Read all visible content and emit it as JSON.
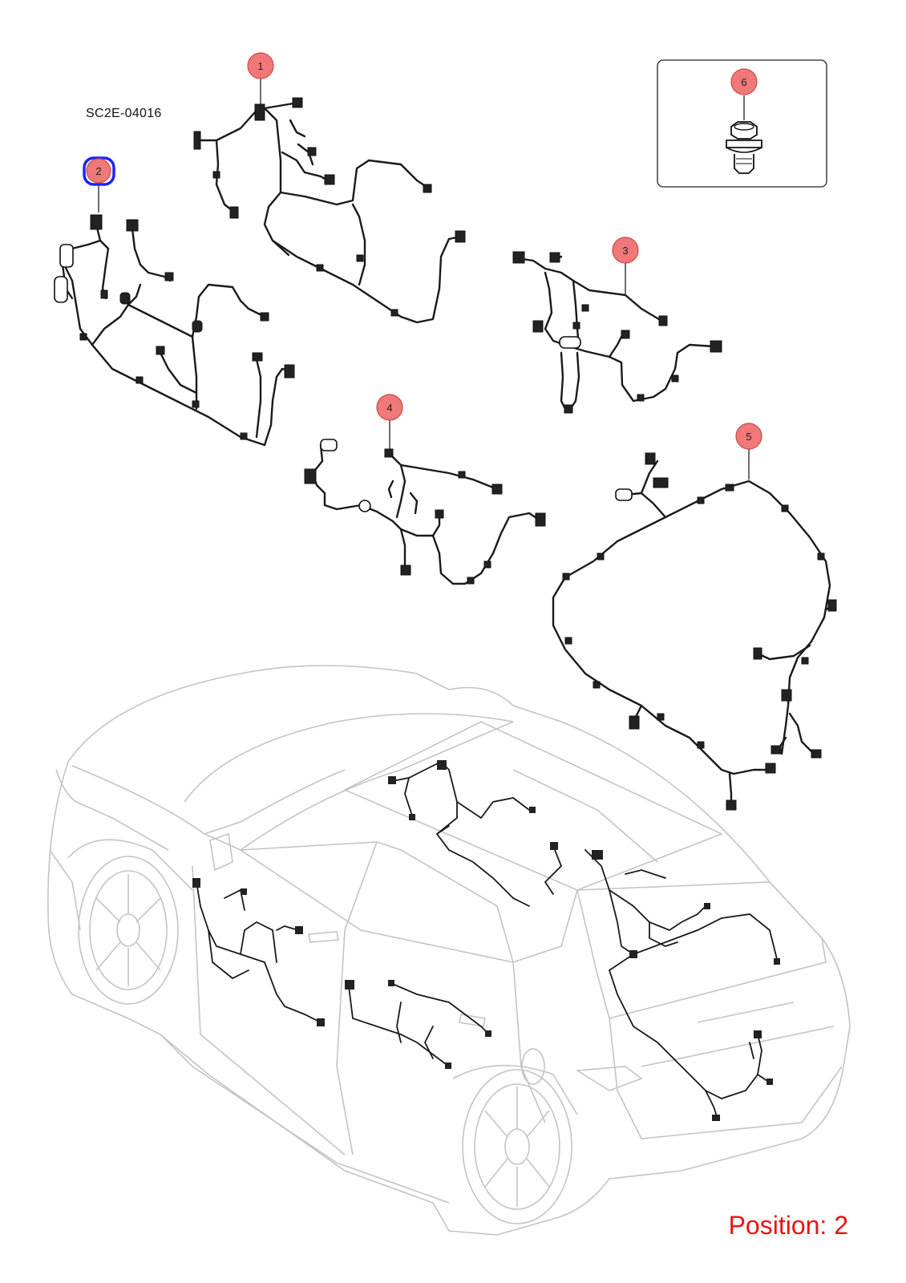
{
  "diagram": {
    "code": "SC2E-04016",
    "position_text": "Position: 2",
    "selected_callout": "2",
    "callouts": [
      {
        "id": "1",
        "label": "1"
      },
      {
        "id": "2",
        "label": "2"
      },
      {
        "id": "3",
        "label": "3"
      },
      {
        "id": "4",
        "label": "4"
      },
      {
        "id": "5",
        "label": "5"
      },
      {
        "id": "6",
        "label": "6"
      }
    ],
    "colors": {
      "callout_fill": "#f07878",
      "callout_stroke": "#d04848",
      "selected_outline": "#1a24ff",
      "position_text": "#ee1111",
      "car_outline": "#c4c4c4",
      "harness": "#1a1a1a"
    }
  }
}
